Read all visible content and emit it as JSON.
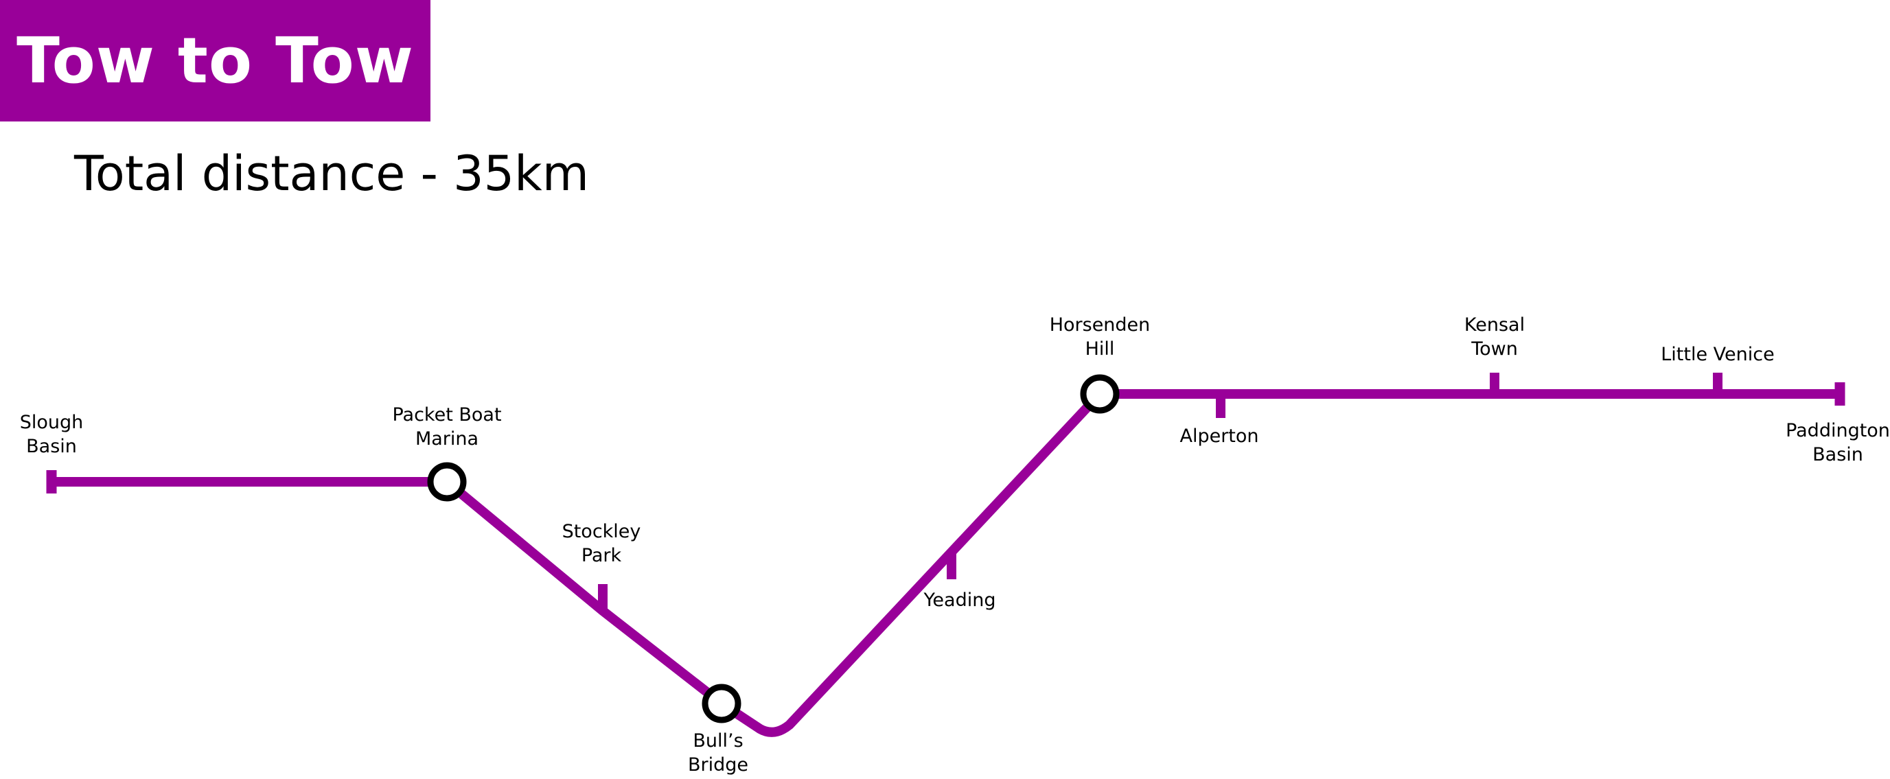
{
  "title": "Tow to Tow",
  "subtitle": "Total distance - 35km",
  "colors": {
    "line": "#990099",
    "banner": "#990099",
    "interchange_fill": "#ffffff",
    "interchange_stroke": "#000000"
  },
  "stops": [
    {
      "id": "slough-basin",
      "lines": [
        "Slough",
        "Basin"
      ],
      "type": "terminus"
    },
    {
      "id": "packet-boat-marina",
      "lines": [
        "Packet Boat",
        "Marina"
      ],
      "type": "interchange"
    },
    {
      "id": "stockley-park",
      "lines": [
        "Stockley",
        "Park"
      ],
      "type": "tick"
    },
    {
      "id": "bulls-bridge",
      "lines": [
        "Bull’s",
        "Bridge"
      ],
      "type": "interchange"
    },
    {
      "id": "yeading",
      "lines": [
        "Yeading"
      ],
      "type": "tick"
    },
    {
      "id": "horsenden-hill",
      "lines": [
        "Horsenden",
        "Hill"
      ],
      "type": "interchange"
    },
    {
      "id": "alperton",
      "lines": [
        "Alperton"
      ],
      "type": "tick"
    },
    {
      "id": "kensal-town",
      "lines": [
        "Kensal",
        "Town"
      ],
      "type": "tick"
    },
    {
      "id": "little-venice",
      "lines": [
        "Little Venice"
      ],
      "type": "tick"
    },
    {
      "id": "paddington-basin",
      "lines": [
        "Paddington",
        "Basin"
      ],
      "type": "terminus"
    }
  ]
}
